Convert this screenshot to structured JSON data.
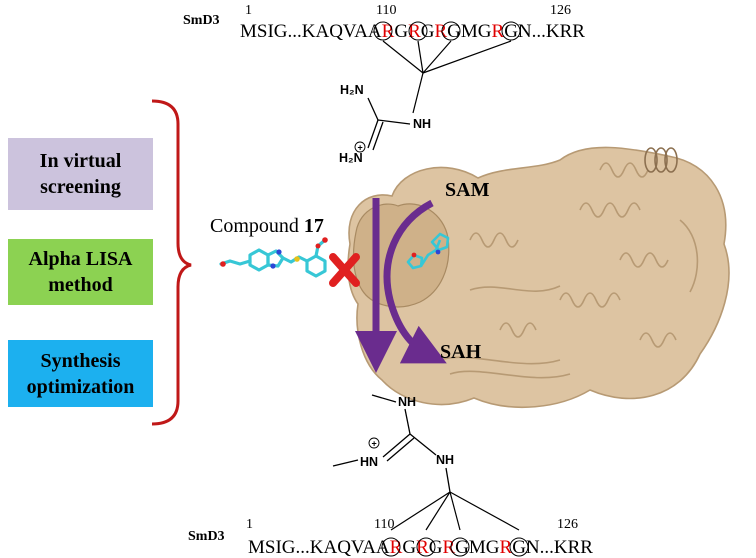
{
  "top_sequence": {
    "protein": "SmD3",
    "start_num": "1",
    "r_num": "110",
    "end_num": "126",
    "segments": [
      "MSIG...KAQVAA",
      "R",
      "G",
      "R",
      "G",
      "R",
      "GMG",
      "R",
      "GN...KRR"
    ]
  },
  "bottom_sequence": {
    "protein": "SmD3",
    "start_num": "1",
    "r_num": "110",
    "end_num": "126",
    "segments": [
      "MSIG...KAQVAA",
      "R",
      "G",
      "R",
      "G",
      "R",
      "GMG",
      "R",
      "GN...KRR"
    ]
  },
  "top_chem": {
    "h2n": "H₂N",
    "nh": "NH",
    "h2n_plus": "H₂N",
    "charge": "+"
  },
  "bottom_chem": {
    "nh_top": "NH",
    "hn_plus": "HN",
    "nh_right": "NH",
    "charge": "+"
  },
  "boxes": [
    {
      "line1": "In virtual",
      "line2": "screening",
      "color": "#ccc3dd"
    },
    {
      "line1": "Alpha LISA",
      "line2": "method",
      "color": "#8cd252"
    },
    {
      "line1": "Synthesis",
      "line2": "optimization",
      "color": "#1cb0ef"
    }
  ],
  "compound_label": {
    "prefix": "Compound ",
    "number": "17"
  },
  "sam_label": "SAM",
  "sah_label": "SAH",
  "colors": {
    "r_text": "#e00000",
    "bracket": "#c01818",
    "arrow": "#6a2c8e",
    "cross": "#e02020",
    "protein": "#ddc4a2",
    "protein_edge": "#b79a74",
    "ligand": "#37c7d6"
  }
}
